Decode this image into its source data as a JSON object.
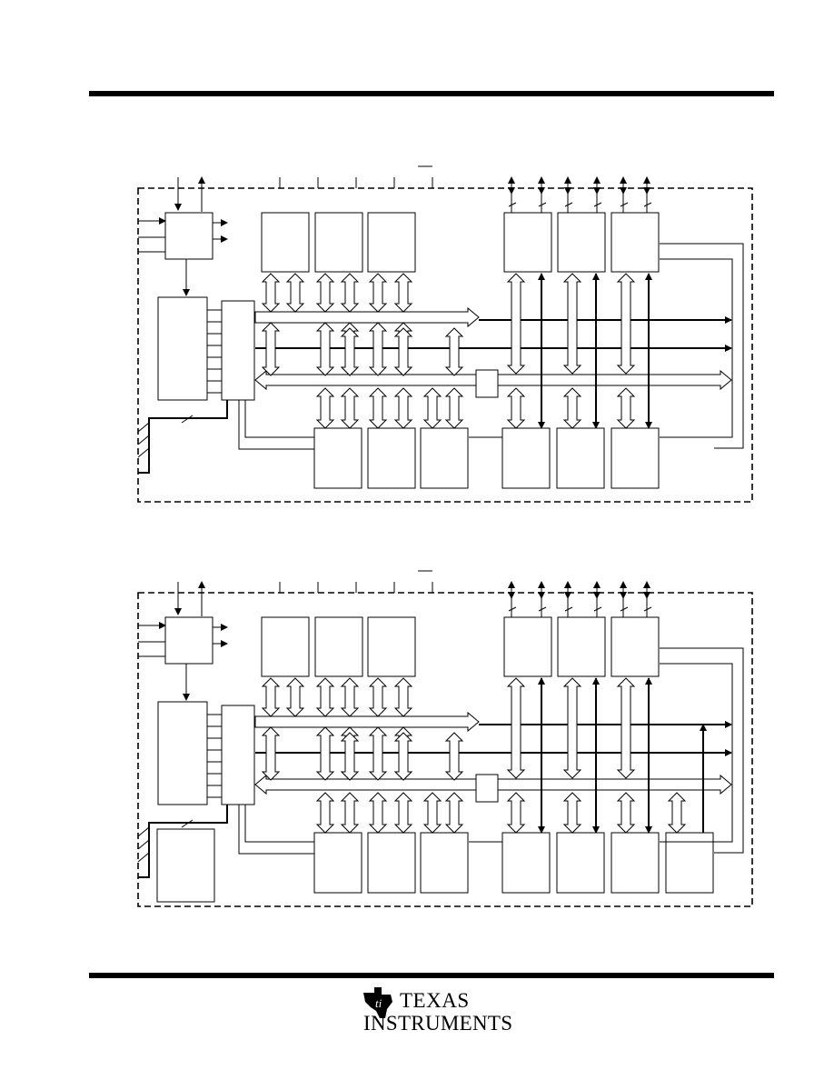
{
  "header": {
    "rule": true
  },
  "diagrams": [
    {
      "variant": "a",
      "extra_lower_block": false,
      "memory_block": false
    },
    {
      "variant": "b",
      "extra_lower_block": true,
      "memory_block": true
    }
  ],
  "footer": {
    "logo_line1": "TEXAS",
    "logo_line2": "INSTRUMENTS"
  }
}
